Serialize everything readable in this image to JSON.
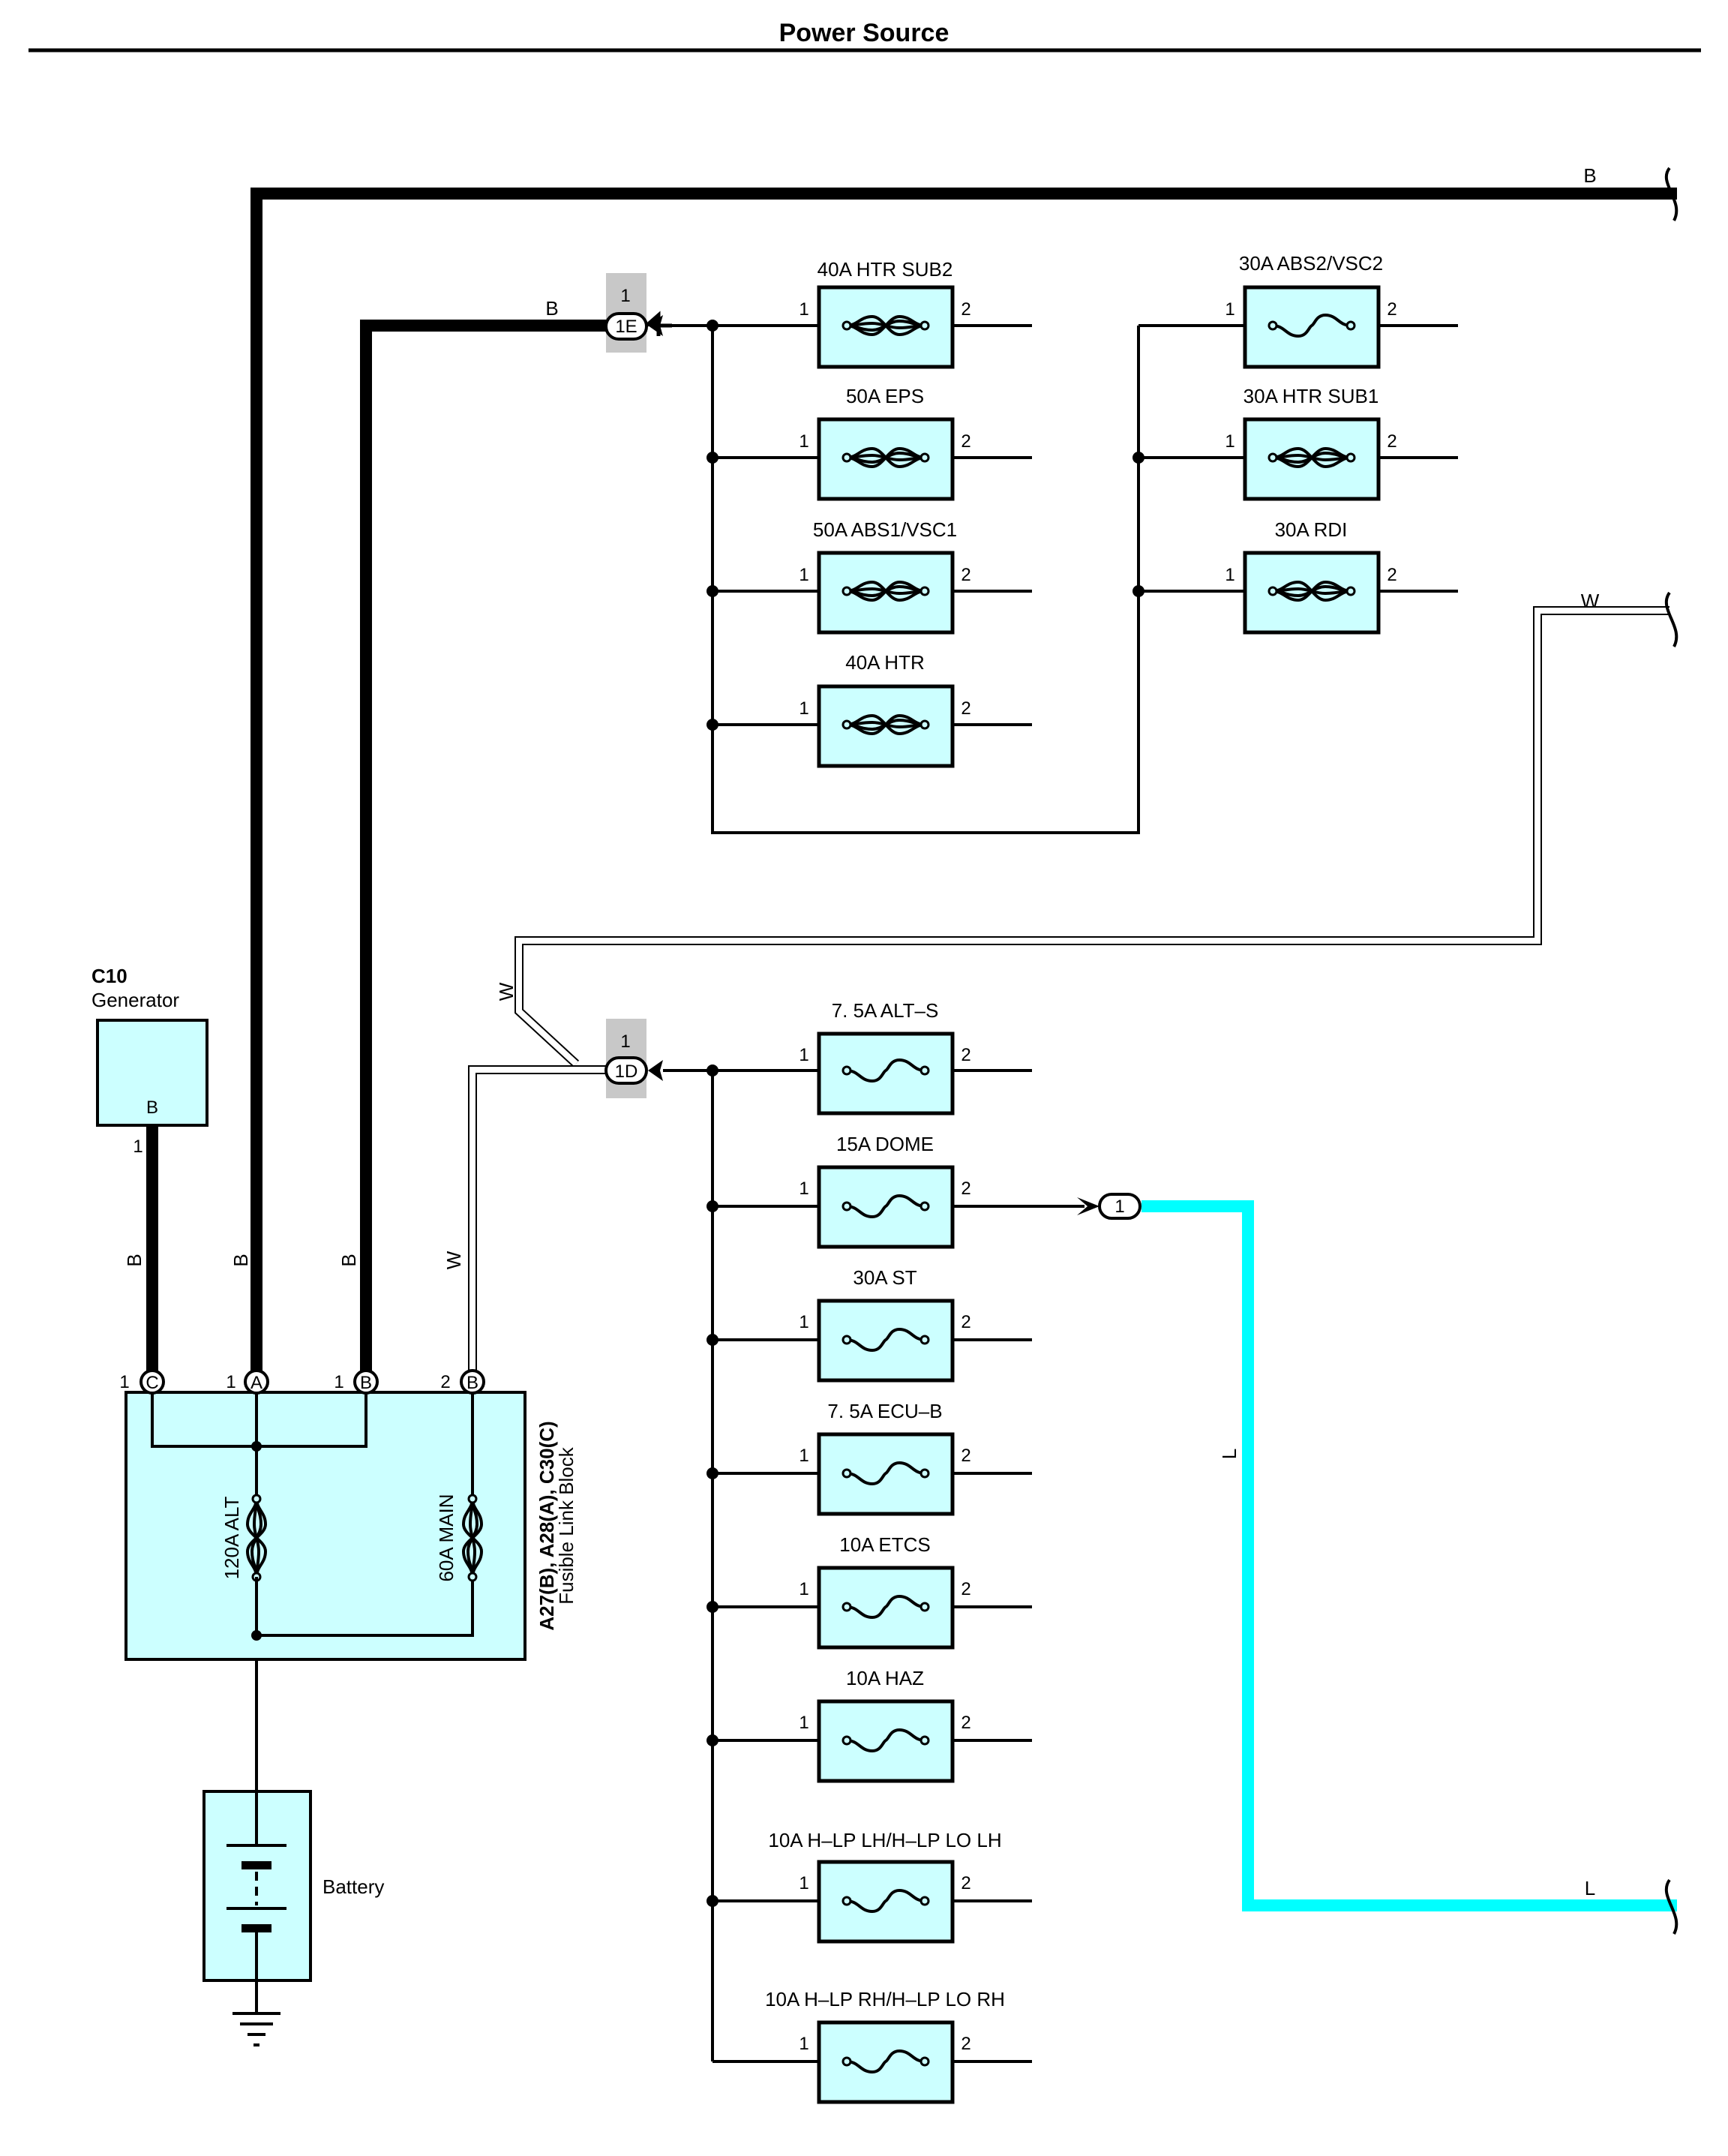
{
  "title": "Power Source",
  "wire_colors": {
    "B": "#000000",
    "W": "#ffffff",
    "L": "#00ffff"
  },
  "wire_labels": {
    "b_top": "B",
    "b_1e": "B",
    "w_right": "W",
    "w_mid": "W",
    "l_vert": "L",
    "l_right": "L",
    "b_c": "B",
    "b_a": "B",
    "b_b": "B",
    "w_b2": "W"
  },
  "connectors": {
    "e": {
      "name": "1E",
      "pin": "1"
    },
    "d": {
      "name": "1D",
      "pin": "1"
    },
    "dome_out": {
      "name": "1"
    }
  },
  "fuses_upper_left": [
    {
      "label": "40A HTR SUB2",
      "pin1": "1",
      "pin2": "2",
      "kind": "fusible-link"
    },
    {
      "label": "50A EPS",
      "pin1": "1",
      "pin2": "2",
      "kind": "fusible-link"
    },
    {
      "label": "50A ABS1/VSC1",
      "pin1": "1",
      "pin2": "2",
      "kind": "fusible-link"
    },
    {
      "label": "40A HTR",
      "pin1": "1",
      "pin2": "2",
      "kind": "fusible-link"
    }
  ],
  "fuses_upper_right": [
    {
      "label": "30A ABS2/VSC2",
      "pin1": "1",
      "pin2": "2",
      "kind": "fuse"
    },
    {
      "label": "30A HTR SUB1",
      "pin1": "1",
      "pin2": "2",
      "kind": "fusible-link"
    },
    {
      "label": "30A RDI",
      "pin1": "1",
      "pin2": "2",
      "kind": "fusible-link"
    }
  ],
  "fuses_lower": [
    {
      "label": "7. 5A ALT–S",
      "pin1": "1",
      "pin2": "2"
    },
    {
      "label": "15A DOME",
      "pin1": "1",
      "pin2": "2"
    },
    {
      "label": "30A ST",
      "pin1": "1",
      "pin2": "2"
    },
    {
      "label": "7. 5A ECU–B",
      "pin1": "1",
      "pin2": "2"
    },
    {
      "label": "10A ETCS",
      "pin1": "1",
      "pin2": "2"
    },
    {
      "label": "10A HAZ",
      "pin1": "1",
      "pin2": "2"
    },
    {
      "label": "10A H–LP LH/H–LP LO LH",
      "pin1": "1",
      "pin2": "2"
    },
    {
      "label": "10A H–LP RH/H–LP LO RH",
      "pin1": "1",
      "pin2": "2"
    }
  ],
  "generator": {
    "code": "C10",
    "name": "Generator",
    "terminal": "B",
    "pin": "1"
  },
  "fusible_link_block": {
    "codes": "A27(B), A28(A), C30(C)",
    "name": "Fusible Link Block",
    "terminals": [
      {
        "pin": "1",
        "letter": "C"
      },
      {
        "pin": "1",
        "letter": "A"
      },
      {
        "pin": "1",
        "letter": "B"
      },
      {
        "pin": "2",
        "letter": "B"
      }
    ],
    "fuse_alt": "120A ALT",
    "fuse_main": "60A MAIN"
  },
  "battery": {
    "name": "Battery"
  }
}
